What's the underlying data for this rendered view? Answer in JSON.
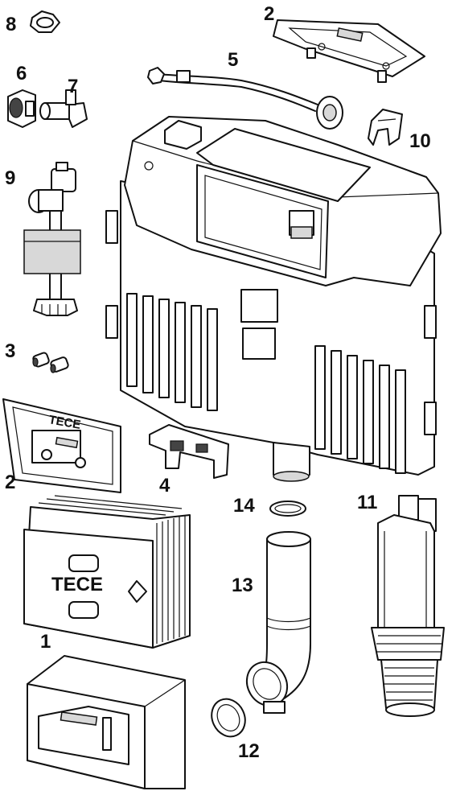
{
  "brand": "TECE",
  "labels": {
    "part1": "1",
    "part2_top": "2",
    "part2_bottom": "2",
    "part3": "3",
    "part4": "4",
    "part5": "5",
    "part6": "6",
    "part7": "7",
    "part8": "8",
    "part9": "9",
    "part10": "10",
    "part11": "11",
    "part12": "12",
    "part13": "13",
    "part14": "14"
  }
}
